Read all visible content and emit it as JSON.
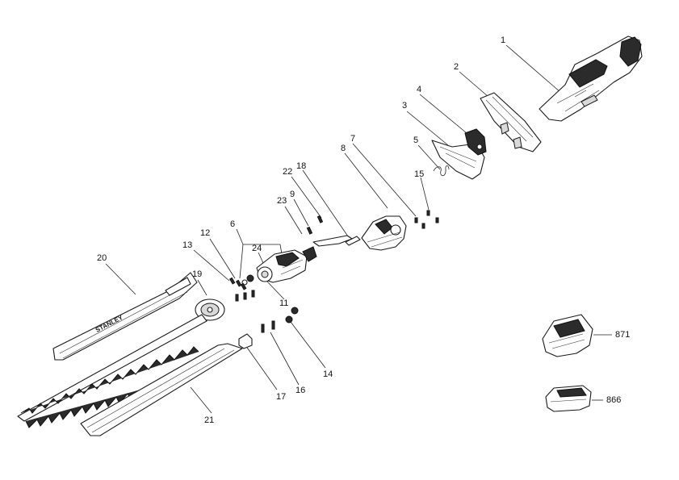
{
  "diagram": {
    "brand_text": "STANLEY",
    "callouts": [
      {
        "id": "c1",
        "text": "1"
      },
      {
        "id": "c2",
        "text": "2"
      },
      {
        "id": "c3",
        "text": "3"
      },
      {
        "id": "c4",
        "text": "4"
      },
      {
        "id": "c5",
        "text": "5"
      },
      {
        "id": "c6",
        "text": "6"
      },
      {
        "id": "c7",
        "text": "7"
      },
      {
        "id": "c8",
        "text": "8"
      },
      {
        "id": "c9",
        "text": "9"
      },
      {
        "id": "c11",
        "text": "11"
      },
      {
        "id": "c12",
        "text": "12"
      },
      {
        "id": "c13",
        "text": "13"
      },
      {
        "id": "c14",
        "text": "14"
      },
      {
        "id": "c15",
        "text": "15"
      },
      {
        "id": "c16",
        "text": "16"
      },
      {
        "id": "c17",
        "text": "17"
      },
      {
        "id": "c18",
        "text": "18"
      },
      {
        "id": "c19",
        "text": "19"
      },
      {
        "id": "c20",
        "text": "20"
      },
      {
        "id": "c21",
        "text": "21"
      },
      {
        "id": "c22",
        "text": "22"
      },
      {
        "id": "c23",
        "text": "23"
      },
      {
        "id": "c24",
        "text": "24"
      },
      {
        "id": "c866",
        "text": "866"
      },
      {
        "id": "c871",
        "text": "871"
      }
    ]
  }
}
